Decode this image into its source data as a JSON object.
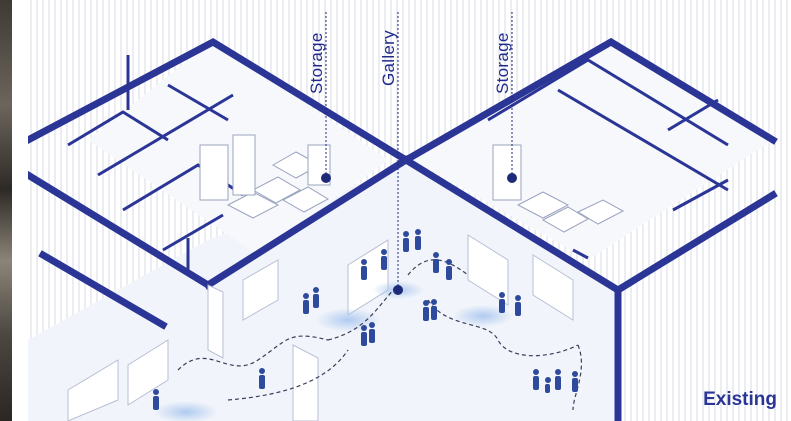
{
  "labels": {
    "storage_left": "Storage",
    "gallery": "Gallery",
    "storage_right": "Storage",
    "existing": "Existing"
  },
  "colors": {
    "wall": "#2a3596",
    "accent_dot": "#1d2a7a",
    "floor": "#eef2fa",
    "people": "#2e4a9c",
    "glow": "#bcd3f2"
  }
}
